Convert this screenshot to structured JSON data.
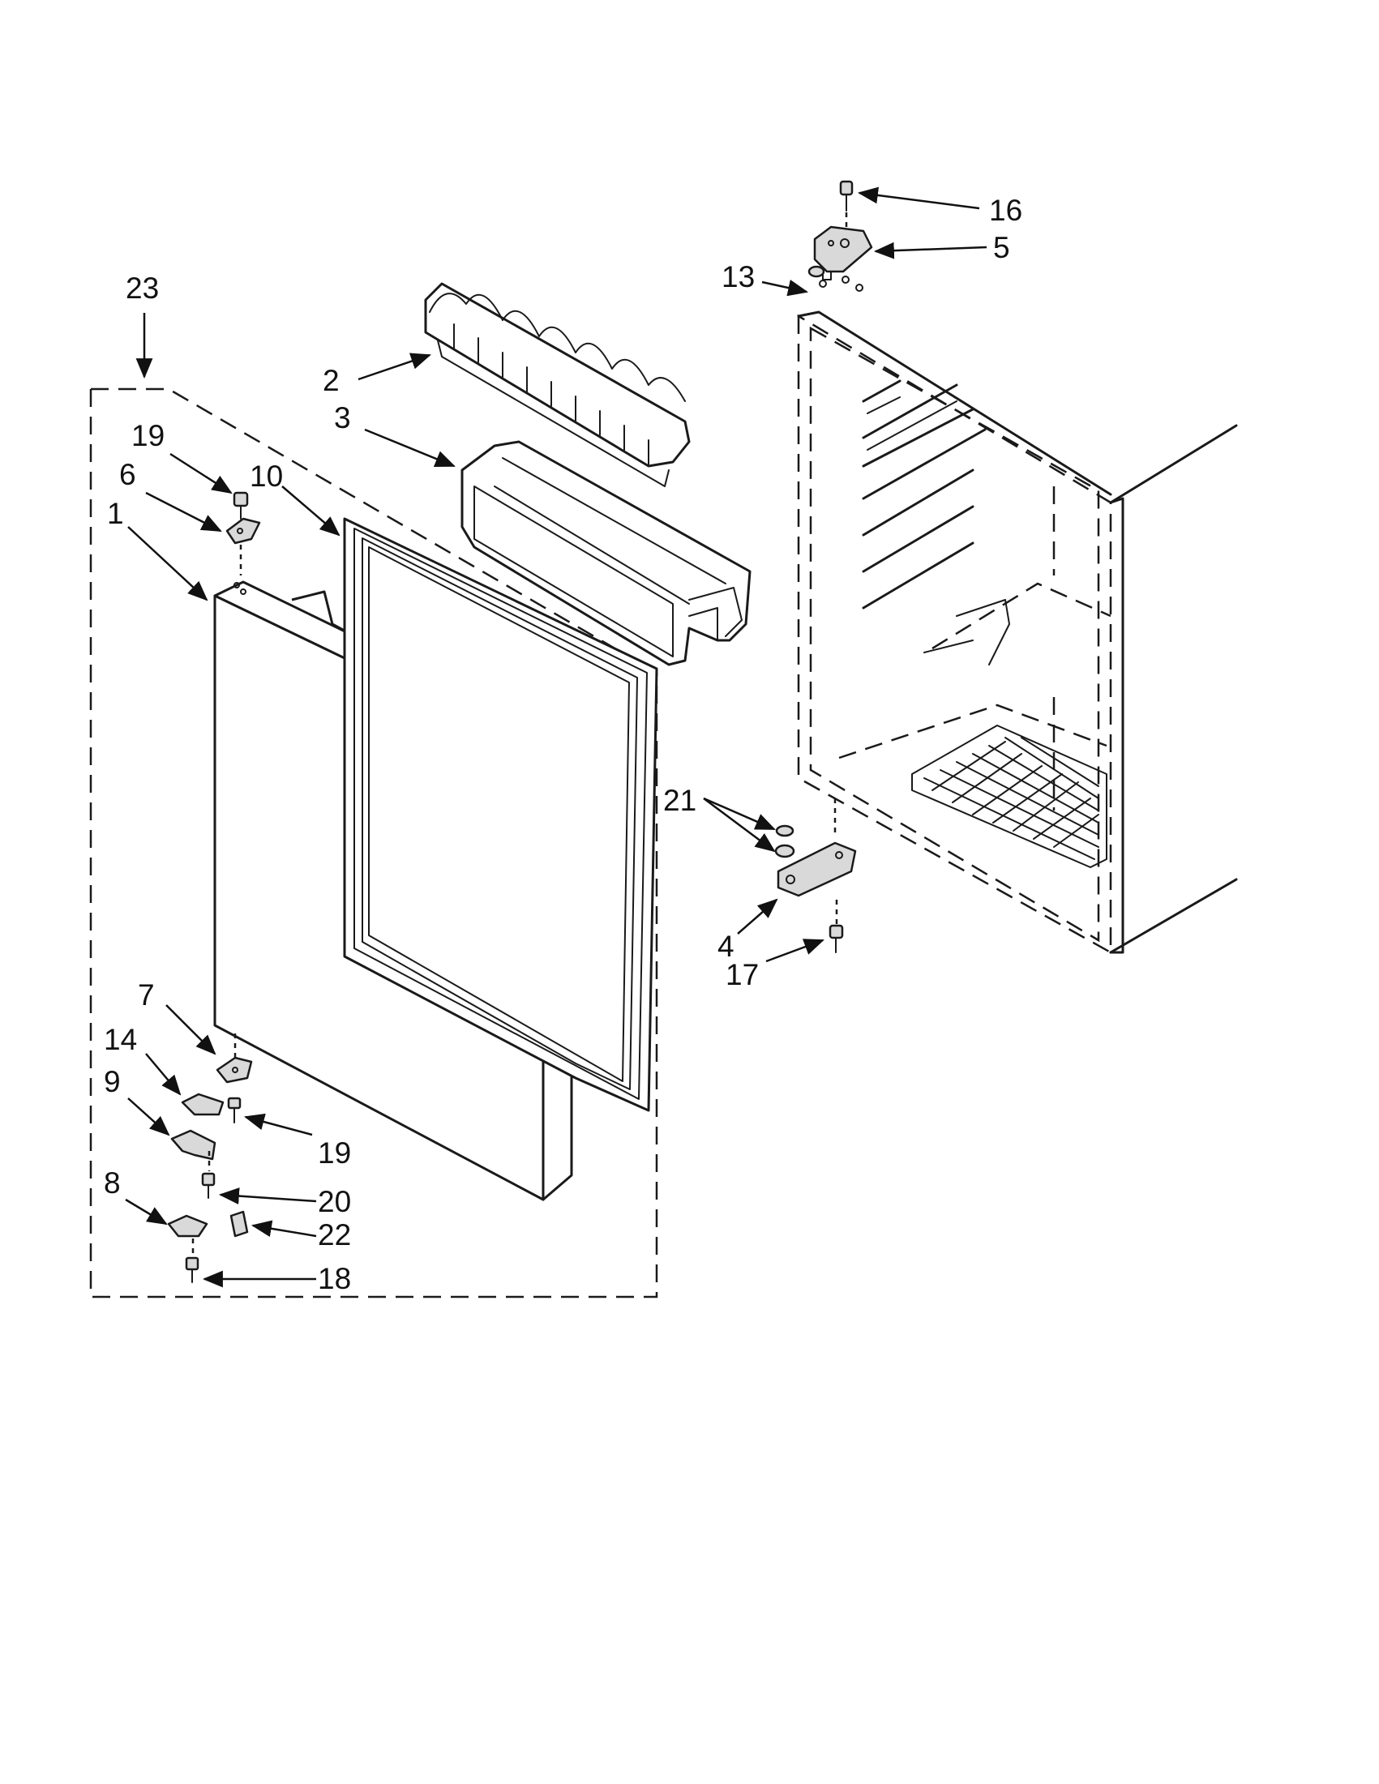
{
  "diagram": {
    "callouts": [
      {
        "id": "c23",
        "label": "23"
      },
      {
        "id": "c2",
        "label": "2"
      },
      {
        "id": "c3",
        "label": "3"
      },
      {
        "id": "c19a",
        "label": "19"
      },
      {
        "id": "c6",
        "label": "6"
      },
      {
        "id": "c10",
        "label": "10"
      },
      {
        "id": "c1",
        "label": "1"
      },
      {
        "id": "c16",
        "label": "16"
      },
      {
        "id": "c5",
        "label": "5"
      },
      {
        "id": "c13",
        "label": "13"
      },
      {
        "id": "c21",
        "label": "21"
      },
      {
        "id": "c4",
        "label": "4"
      },
      {
        "id": "c17",
        "label": "17"
      },
      {
        "id": "c7",
        "label": "7"
      },
      {
        "id": "c14",
        "label": "14"
      },
      {
        "id": "c9",
        "label": "9"
      },
      {
        "id": "c19b",
        "label": "19"
      },
      {
        "id": "c8",
        "label": "8"
      },
      {
        "id": "c20",
        "label": "20"
      },
      {
        "id": "c22",
        "label": "22"
      },
      {
        "id": "c18",
        "label": "18"
      }
    ]
  }
}
